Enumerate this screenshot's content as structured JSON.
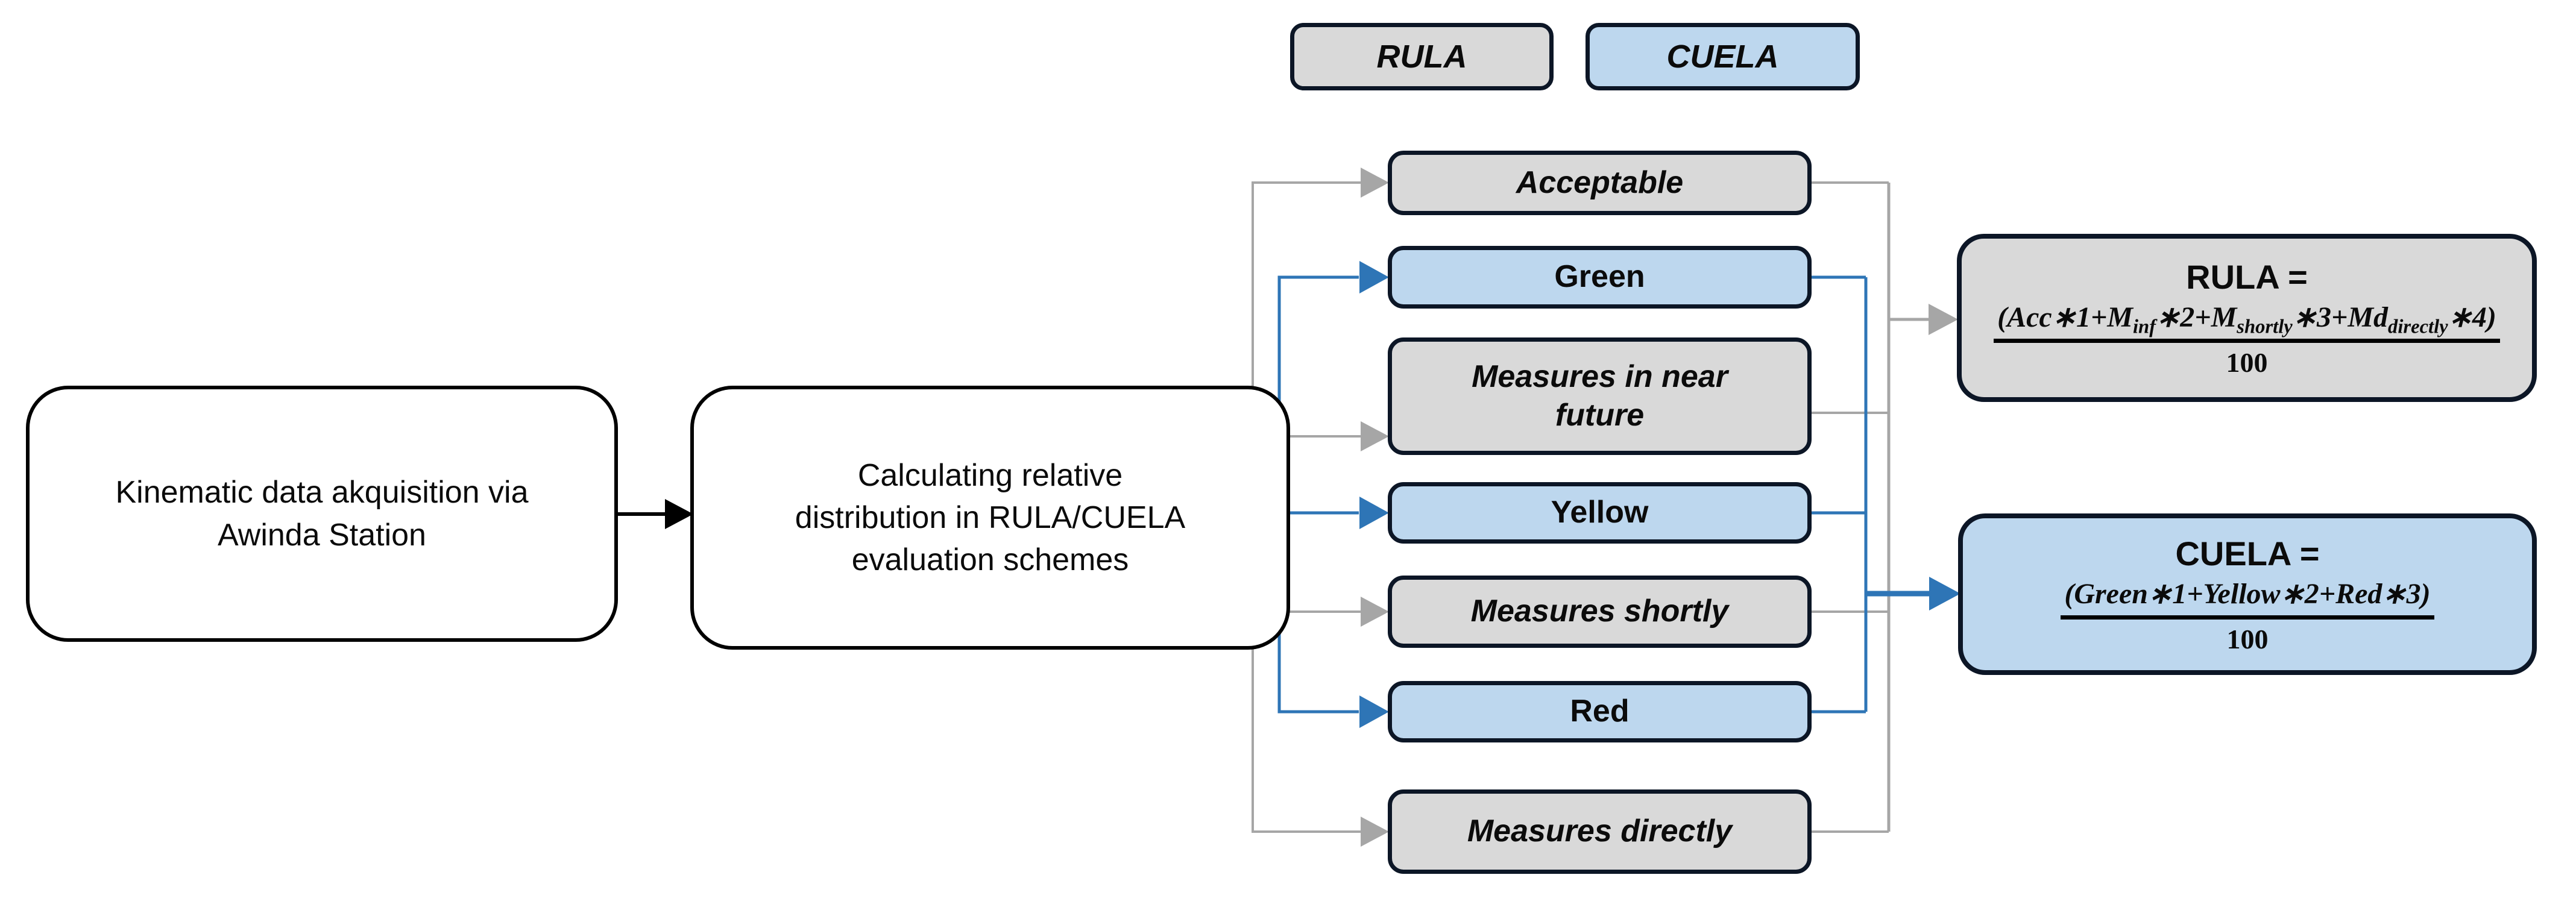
{
  "legend": {
    "rula": "RULA",
    "cuela": "CUELA"
  },
  "process_steps": {
    "step1": "Kinematic data akquisition via Awinda Station",
    "step2": "Calculating relative distribution in RULA/CUELA evaluation schemes"
  },
  "rula_levels": {
    "acceptable": "Acceptable",
    "measures_near_future": "Measures in near future",
    "measures_shortly": "Measures shortly",
    "measures_directly": "Measures directly"
  },
  "cuela_levels": {
    "green": "Green",
    "yellow": "Yellow",
    "red": "Red"
  },
  "formulas": {
    "rula": {
      "title": "RULA =",
      "numerator_parts": [
        "(Acc∗1+M",
        "inf",
        "∗2+M",
        "shortly",
        "∗3+Md",
        "directly",
        "∗4)"
      ],
      "denominator": "100"
    },
    "cuela": {
      "title": "CUELA =",
      "numerator": "(Green∗1+Yellow∗2+Red∗3)",
      "denominator": "100"
    }
  },
  "colors": {
    "rula_fill": "#d9d9d9",
    "cuela_fill": "#bdd7ee",
    "rula_connector": "#a6a6a6",
    "cuela_connector": "#2e75b6",
    "node_border": "#0c1626",
    "process_connector": "#000000"
  }
}
